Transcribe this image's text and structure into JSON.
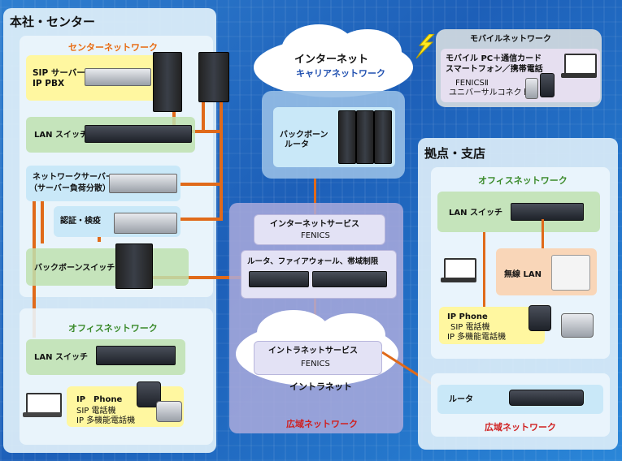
{
  "hq": {
    "title": "本社・センター",
    "center_network": "センターネットワーク",
    "sip": "SIP サーバー、\nIP PBX",
    "lan_switch": "LAN スイッチ",
    "net_server_1": "ネットワークサーバー",
    "net_server_2": "（サーバー負荷分散）",
    "auth": "認証・検疫",
    "backbone_switch": "バックボーンスイッチ",
    "office_network": "オフィスネットワーク",
    "office_lan_switch": "LAN スイッチ",
    "ip_phone": "IP　Phone",
    "sip_phone": "SIP 電話機",
    "multi_phone": "IP 多機能電話機"
  },
  "internet": {
    "title": "インターネット",
    "carrier": "キャリアネットワーク",
    "backbone_router_1": "バックボーン",
    "backbone_router_2": "ルータ"
  },
  "mobile": {
    "title": "モバイルネットワーク",
    "line1": "モバイル PC＋通信カード",
    "line2": "スマートフォン／携帯電話",
    "line3": "FENICSⅡ",
    "line4": "ユニバーサルコネクト"
  },
  "wide": {
    "internet_service": "インターネットサービス",
    "fenics": "FENICS",
    "router_fw": "ルータ、ファイアウォール、帯域制限",
    "intranet_service": "イントラネットサービス",
    "fenics2": "FENICS",
    "intranet": "イントラネット",
    "wide_network": "広域ネットワーク"
  },
  "branch": {
    "title": "拠点・支店",
    "office_network": "オフィスネットワーク",
    "lan_switch": "LAN スイッチ",
    "wireless": "無線 LAN",
    "ip_phone": "IP Phone",
    "sip_phone": "SIP 電話機",
    "multi_phone": "IP 多機能電話機",
    "router": "ルータ",
    "wide_network": "広域ネットワーク"
  },
  "colors": {
    "orange": "#e86a10",
    "green": "#3a8a2a",
    "red": "#d02020",
    "blue": "#2050b0"
  }
}
